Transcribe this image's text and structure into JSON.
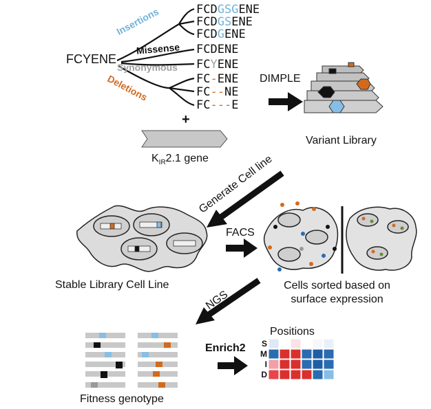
{
  "colors": {
    "insertion": "#6fb3d8",
    "missense": "#111111",
    "synonymous": "#a0a0a0",
    "deletion": "#d26a1e",
    "red": "#d9302e",
    "pink": "#f0a0a6",
    "blue": "#2a6cb0",
    "lightblue": "#86bee6",
    "gray": "#c8c8c8"
  },
  "wildtype": "FCYENE",
  "categories": {
    "insertions": "Insertions",
    "missense": "Missense",
    "synonymous": "Synonymous",
    "deletions": "Deletions"
  },
  "sequences": [
    {
      "pre": "FCD",
      "var": "GSG",
      "post": "ENE",
      "cat": "insertion"
    },
    {
      "pre": "FCD",
      "var": "GS",
      "post": "ENE",
      "cat": "insertion"
    },
    {
      "pre": "FCD",
      "var": "G",
      "post": "ENE",
      "cat": "insertion"
    },
    {
      "pre": "FC",
      "var": "D",
      "post": "ENE",
      "cat": "missense"
    },
    {
      "pre": "FC",
      "var": "Y",
      "post": "ENE",
      "cat": "synonymous"
    },
    {
      "pre": "FC",
      "var": "-",
      "post": "ENE",
      "cat": "deletion"
    },
    {
      "pre": "FC",
      "var": "--",
      "post": "NE",
      "cat": "deletion"
    },
    {
      "pre": "FC",
      "var": "---",
      "post": "E",
      "cat": "deletion"
    }
  ],
  "plus": "+",
  "dimple": "DIMPLE",
  "variant_library": "Variant Library",
  "gene_label": {
    "k": "K",
    "sub": "IR",
    "rest": "2.1 gene"
  },
  "generate_cell_line": "Generate Cell line",
  "facs": "FACS",
  "stable_line": "Stable Library Cell Line",
  "cells_sorted": [
    "Cells sorted based on",
    "surface expression"
  ],
  "ngs": "NGS",
  "fitness_genotype": "Fitness genotype",
  "enrich2": "Enrich2",
  "positions": "Positions",
  "heatmap_rows": [
    "S",
    "M",
    "I",
    "D"
  ]
}
